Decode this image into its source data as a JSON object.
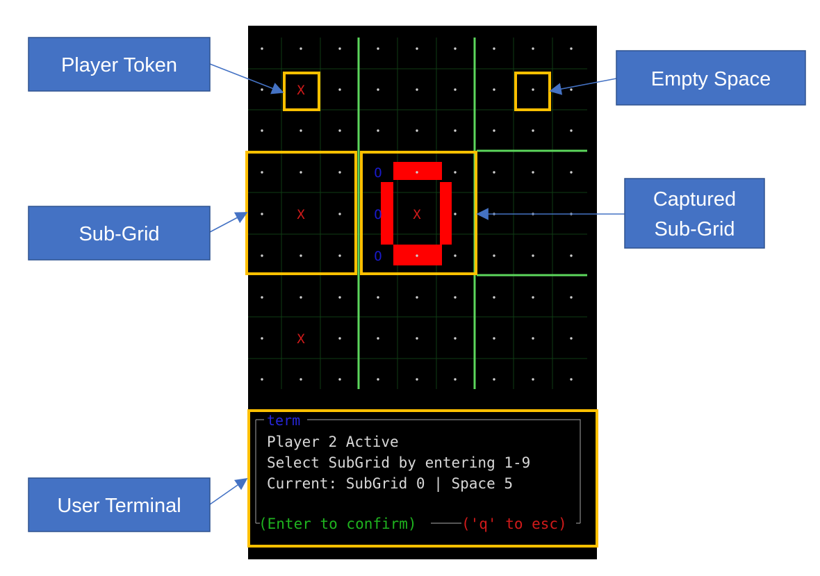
{
  "colors": {
    "screen_bg": "#000000",
    "fine_grid": "#0f3d14",
    "major_grid": "#5cd65c",
    "dot": "#d0d0d0",
    "token_x": "#d11a1a",
    "token_o": "#1a1acc",
    "capture_fill": "#ff0000",
    "highlight": "#ffc000",
    "callout_fill": "#4472c4",
    "callout_border": "#2f528f",
    "callout_text": "#ffffff",
    "arrow": "#4472c4",
    "term_border": "#8a8a8a",
    "term_title": "#2727d9",
    "term_text": "#d8d8d8",
    "term_confirm": "#1fb31f",
    "term_esc": "#d11a1a"
  },
  "board": {
    "empty_glyph": "·",
    "cells": [
      [
        ".",
        ".",
        ".",
        ".",
        ".",
        ".",
        ".",
        ".",
        "."
      ],
      [
        ".",
        "X",
        ".",
        ".",
        ".",
        ".",
        ".",
        ".",
        "."
      ],
      [
        ".",
        ".",
        ".",
        ".",
        ".",
        ".",
        ".",
        ".",
        "."
      ],
      [
        ".",
        ".",
        ".",
        "O",
        ".",
        ".",
        ".",
        ".",
        "."
      ],
      [
        ".",
        "X",
        ".",
        "O",
        "X",
        ".",
        ".",
        ".",
        "."
      ],
      [
        ".",
        ".",
        ".",
        "O",
        ".",
        ".",
        ".",
        ".",
        "."
      ],
      [
        ".",
        ".",
        ".",
        ".",
        ".",
        ".",
        ".",
        ".",
        "."
      ],
      [
        ".",
        "X",
        ".",
        ".",
        ".",
        ".",
        ".",
        ".",
        "."
      ],
      [
        ".",
        ".",
        ".",
        ".",
        ".",
        ".",
        ".",
        ".",
        "."
      ]
    ],
    "captured": {
      "subgrid": 4,
      "player": "O"
    }
  },
  "callouts": {
    "player_token": "Player Token",
    "empty_space": "Empty Space",
    "sub_grid": "Sub-Grid",
    "captured_sub_grid": [
      "Captured",
      "Sub-Grid"
    ],
    "user_terminal": "User Terminal"
  },
  "terminal": {
    "title": "term",
    "lines": [
      "Player 2 Active",
      "Select SubGrid by entering 1-9",
      "Current: SubGrid 0 | Space 5"
    ],
    "footer_confirm": "(Enter to confirm)",
    "footer_esc": "('q' to esc)"
  }
}
